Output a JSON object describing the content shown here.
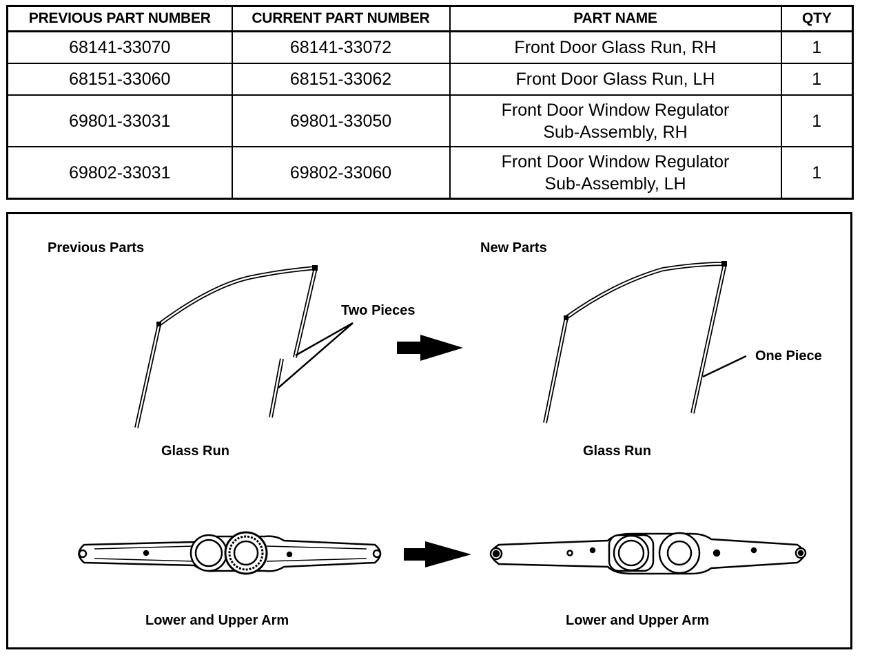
{
  "table": {
    "headers": [
      "PREVIOUS PART NUMBER",
      "CURRENT PART NUMBER",
      "PART NAME",
      "QTY"
    ],
    "rows": [
      {
        "previous": "68141-33070",
        "current": "68141-33072",
        "name_line1": "Front Door Glass Run, RH",
        "name_line2": "",
        "qty": "1"
      },
      {
        "previous": "68151-33060",
        "current": "68151-33062",
        "name_line1": "Front Door Glass Run, LH",
        "name_line2": "",
        "qty": "1"
      },
      {
        "previous": "69801-33031",
        "current": "69801-33050",
        "name_line1": "Front Door Window Regulator",
        "name_line2": "Sub-Assembly, RH",
        "qty": "1"
      },
      {
        "previous": "69802-33031",
        "current": "69802-33060",
        "name_line1": "Front Door Window Regulator",
        "name_line2": "Sub-Assembly, LH",
        "qty": "1"
      }
    ]
  },
  "illustration": {
    "previous_title": "Previous Parts",
    "new_title": "New Parts",
    "two_pieces_label": "Two Pieces",
    "one_piece_label": "One Piece",
    "glass_run_label_prev": "Glass Run",
    "glass_run_label_new": "Glass Run",
    "arm_label_prev": "Lower and Upper Arm",
    "arm_label_new": "Lower and Upper Arm",
    "icons": [
      "right-arrow-icon",
      "right-arrow-icon"
    ]
  }
}
